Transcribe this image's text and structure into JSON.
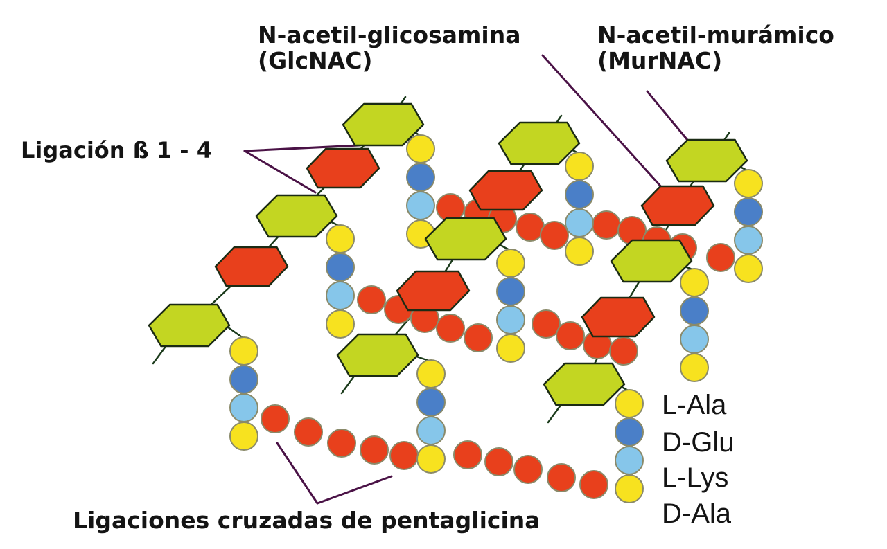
{
  "labels": {
    "glcnac_name": "N-acetil-glicosamina",
    "glcnac_abbr": "(GlcNAC)",
    "murnac_name": "N-acetil-murámico",
    "murnac_abbr": "(MurNAC)",
    "beta_link": "Ligación ß 1 - 4",
    "crosslinks": "Ligaciones cruzadas de pentaglicina"
  },
  "peptide_legend": [
    "L-Ala",
    "D-Glu",
    "L-Lys",
    "D-Ala"
  ],
  "colors": {
    "glcnac": "#c3d622",
    "murnac": "#e8401c",
    "l_ala": "#f7e21f",
    "d_glu": "#4a7fc8",
    "l_lys": "#86c6ea",
    "d_ala": "#f7e21f",
    "glycine": "#e8401c",
    "pointer_line": "#4a1246",
    "bond": "#1a3a1a"
  }
}
